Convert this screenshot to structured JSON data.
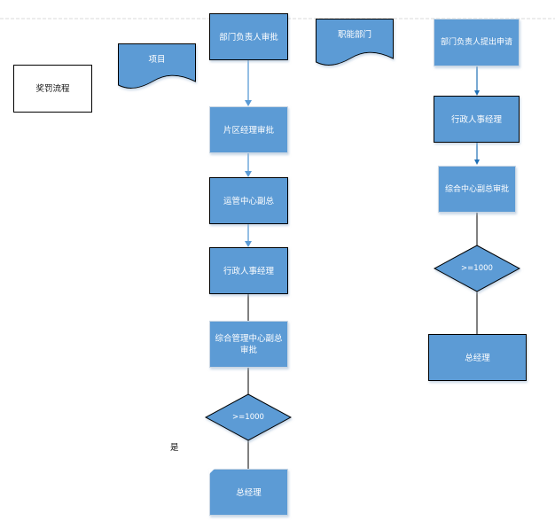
{
  "diagram": {
    "type": "flowchart",
    "title_box": {
      "label": "奖罚流程"
    },
    "colors": {
      "shape_fill": "#5b9bd5",
      "shape_border_dark": "#000000",
      "shape_border_light": "#c9d6e3",
      "connector_blue": "#5b9bd5",
      "connector_dark_blue": "#1f6fb5",
      "connector_black": "#000000",
      "separator": "#d9d9d9",
      "text_light": "#ffffff",
      "text_dark": "#111111"
    },
    "lanes": [
      {
        "id": "project",
        "header": {
          "label": "项目",
          "shape": "document"
        },
        "steps": [
          {
            "id": "p1",
            "label": "部门负责人审批",
            "shape": "process"
          },
          {
            "id": "p2",
            "label": "片区经理审批",
            "shape": "process"
          },
          {
            "id": "p3",
            "label": "运管中心副总",
            "shape": "process"
          },
          {
            "id": "p4",
            "label": "行政人事经理",
            "shape": "process"
          },
          {
            "id": "p5",
            "label": "综合管理中心副总审批",
            "shape": "process"
          },
          {
            "id": "p6",
            "label": ">=1000",
            "shape": "decision"
          },
          {
            "id": "p7",
            "label": "总经理",
            "shape": "process"
          }
        ],
        "branch_label": "是"
      },
      {
        "id": "functional",
        "header": {
          "label": "职能部门",
          "shape": "document"
        },
        "steps": [
          {
            "id": "f1",
            "label": "部门负责人提出申请",
            "shape": "process"
          },
          {
            "id": "f2",
            "label": "行政人事经理",
            "shape": "process"
          },
          {
            "id": "f3",
            "label": "综合中心副总审批",
            "shape": "process"
          },
          {
            "id": "f4",
            "label": ">=1000",
            "shape": "decision"
          },
          {
            "id": "f5",
            "label": "总经理",
            "shape": "process"
          }
        ]
      }
    ],
    "edges": [
      {
        "from": "p1",
        "to": "p2",
        "arrow": true
      },
      {
        "from": "p2",
        "to": "p3",
        "arrow": true
      },
      {
        "from": "p3",
        "to": "p4",
        "arrow": true
      },
      {
        "from": "p4",
        "to": "p5",
        "arrow": false
      },
      {
        "from": "p5",
        "to": "p6",
        "arrow": false
      },
      {
        "from": "p6",
        "to": "p7",
        "arrow": false
      },
      {
        "from": "f1",
        "to": "f2",
        "arrow": true
      },
      {
        "from": "f2",
        "to": "f3",
        "arrow": true
      },
      {
        "from": "f3",
        "to": "f4",
        "arrow": true
      },
      {
        "from": "f4",
        "to": "f5",
        "arrow": false
      }
    ]
  }
}
